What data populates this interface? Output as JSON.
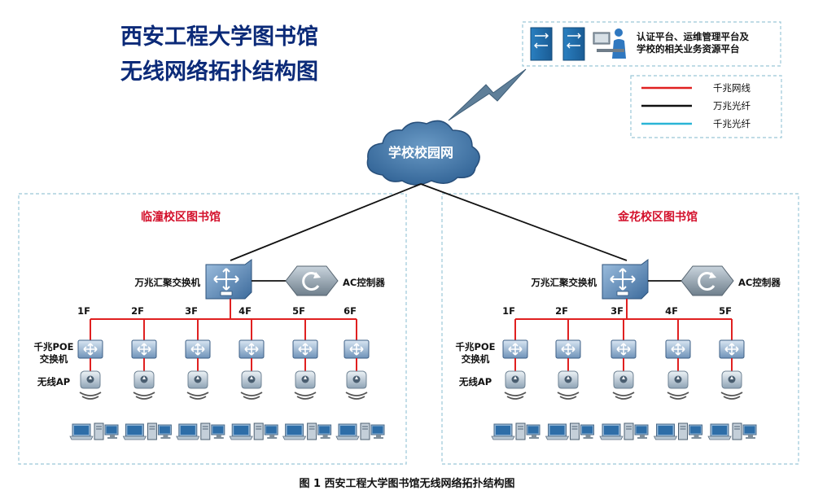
{
  "title": {
    "line1": "西安工程大学图书馆",
    "line2": "无线网络拓扑结构图"
  },
  "platform": {
    "line1": "认证平台、运维管理平台及",
    "line2": "学校的相关业务资源平台"
  },
  "legend": {
    "items": [
      {
        "label": "千兆网线",
        "color": "#e02020"
      },
      {
        "label": "万兆光纤",
        "color": "#111111"
      },
      {
        "label": "千兆光纤",
        "color": "#2ab5d6"
      }
    ]
  },
  "cloud": {
    "label": "学校校园网"
  },
  "campuses": [
    {
      "name": "临潼校区图书馆",
      "core_switch_label": "万兆汇聚交换机",
      "ac_label": "AC控制器",
      "floors": [
        "1F",
        "2F",
        "3F",
        "4F",
        "5F",
        "6F"
      ],
      "poe_label_1": "千兆POE",
      "poe_label_2": "交换机",
      "ap_label": "无线AP"
    },
    {
      "name": "金花校区图书馆",
      "core_switch_label": "万兆汇聚交换机",
      "ac_label": "AC控制器",
      "floors": [
        "1F",
        "2F",
        "3F",
        "4F",
        "5F"
      ],
      "poe_label_1": "千兆POE",
      "poe_label_2": "交换机",
      "ap_label": "无线AP"
    }
  ],
  "caption": "图 1   西安工程大学图书馆无线网络拓扑结构图",
  "colors": {
    "title": "#0b2a78",
    "campus_title": "#d3102b",
    "dashed_border": "#9bc8d8",
    "device_blue": "#5d86b0"
  }
}
